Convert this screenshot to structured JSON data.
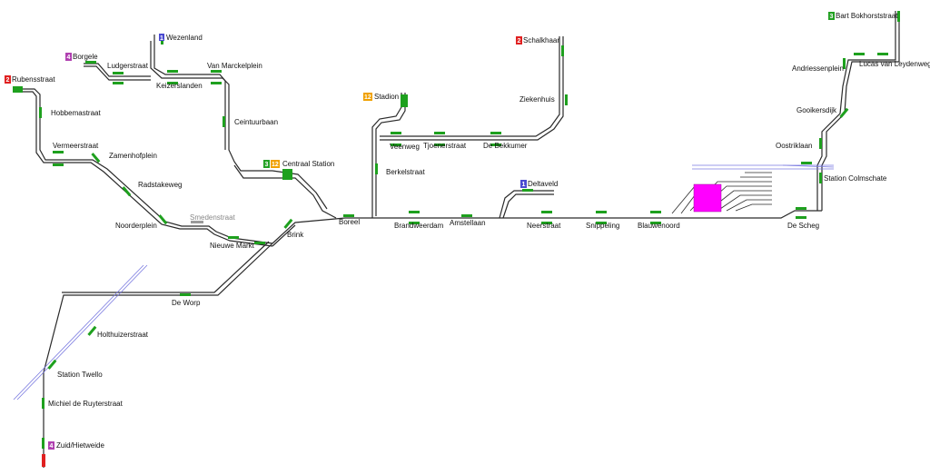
{
  "colors": {
    "line1": "#4a4ad0",
    "line2": "#e02020",
    "line3": "#22a022",
    "line4": "#b040b0",
    "line12": "#f0a000",
    "platform": "#1ea01e",
    "depot": "#ff00ff",
    "rail": "#7a7ae0"
  },
  "stations": {
    "wezenland": "Wezenland",
    "borgele": "Borgele",
    "rubensstraat": "Rubensstraat",
    "ludgerstraat": "Ludgerstraat",
    "keizerslanden": "Keizerslanden",
    "van_marckelplein": "Van Marckelplein",
    "hobbemastraat": "Hobbemastraat",
    "ceintuurbaan": "Ceintuurbaan",
    "vermeerstraat": "Vermeerstraat",
    "zamenhofplein": "Zamenhofplein",
    "centraal_station": "Centraal Station",
    "radstakeweg": "Radstakeweg",
    "smedenstraat": "Smedenstraat",
    "noorderplein": "Noorderplein",
    "nieuwe_markt": "Nieuwe Markt",
    "brink": "Brink",
    "boreel": "Boreel",
    "stadion": "Stadion",
    "veenweg": "Veenweg",
    "tjoenerstraat": "Tjoenerstraat",
    "de_bekkumer": "De Bekkumer",
    "berkelstraat": "Berkelstraat",
    "schalkhaar": "Schalkhaar",
    "ziekenhuis": "Ziekenhuis",
    "brandweerdam": "Brandweerdam",
    "amstellaan": "Amstellaan",
    "deltaveld": "Deltaveld",
    "neerstraat": "Neerstraat",
    "snippeling": "Snippeling",
    "blauwenoord": "Blauwenoord",
    "de_scheg": "De Scheg",
    "station_colmschate": "Station Colmschate",
    "oostriklaan": "Oostriklaan",
    "gooikersdijk": "Gooikersdijk",
    "andriessenplein": "Andriessenplein",
    "lucas_van_leydenweg": "Lucas van Leydenweg",
    "bart_bokhorststraat": "Bart Bokhorststraat",
    "de_worp": "De Worp",
    "holthuizerstraat": "Holthuizerstraat",
    "station_twello": "Station Twello",
    "michiel_de_ruyterstraat": "Michiel de Ruyterstraat",
    "zuid_hietweide": "Zuid/Hietweide"
  },
  "badges": {
    "wezenland": "1",
    "borgele": "4",
    "rubensstraat": "2",
    "centraal_a": "3",
    "centraal_b": "12",
    "stadion": "12",
    "schalkhaar": "2",
    "deltaveld": "1",
    "bart": "3",
    "zuid": "4"
  }
}
